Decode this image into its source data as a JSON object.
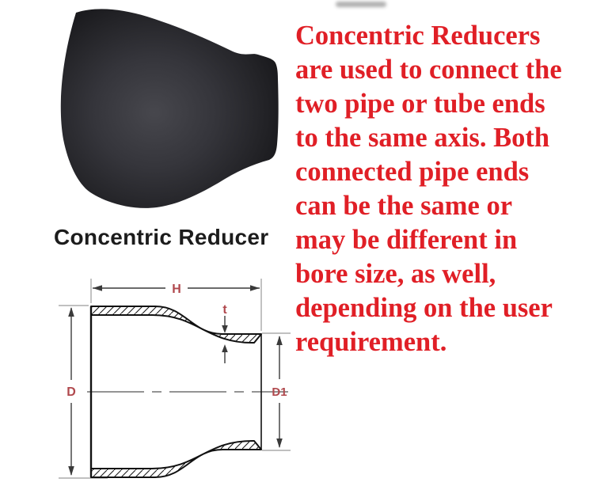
{
  "caption": {
    "text": "Concentric Reducer",
    "color": "#1c1c1c"
  },
  "description": {
    "color": "#e01f26",
    "lines": [
      "Concentric Reducers",
      "are used to connect the",
      "two pipe or tube ends",
      "to the same axis. Both",
      "connected pipe ends",
      "can be the same or",
      "may be different in",
      "bore size, as well,",
      "depending on the user",
      "requirement."
    ]
  },
  "photo": {
    "icon": "black-concentric-reducer-fitting",
    "body_color_center": "#47474d",
    "body_color_edge": "#121215"
  },
  "diagram": {
    "label_color": "#b0484d",
    "line_color": "#3a3a3a",
    "labels": {
      "overall_length": "H",
      "wall_thickness": "t",
      "large_end_diameter": "D",
      "small_end_diameter": "D1"
    }
  }
}
